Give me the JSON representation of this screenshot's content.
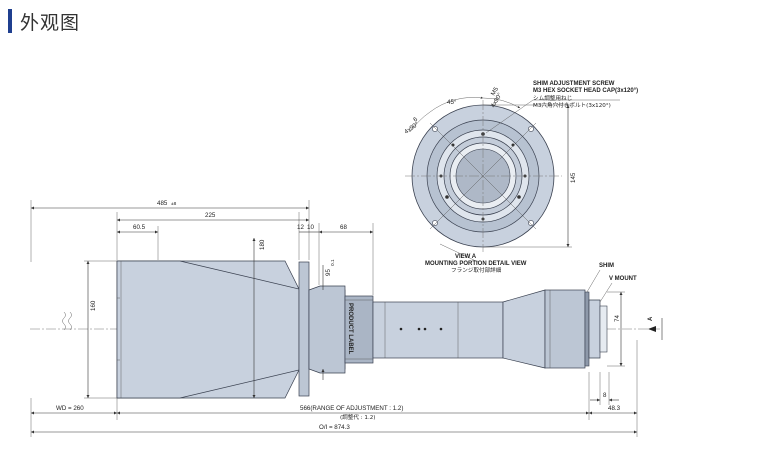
{
  "header": {
    "title": "外观图"
  },
  "front_view": {
    "label_en_1": "SHIM ADJUSTMENT SCREW",
    "label_en_2": "M3 HEX SOCKET HEAD CAP(3x120°)",
    "label_jp_1": "シム調整用ねじ",
    "label_jp_2": "M3六角穴付きボルト(3x120°)",
    "angle_45": "45°",
    "thread_m5": "M5",
    "holes_4x90_a": "4x90°",
    "holes_4x90_b": "4x90°",
    "dia_6": "6",
    "dia_145": "145",
    "view_a_title": "VIEW A",
    "view_a_sub": "MOUNTING PORTION DETAIL VIEW",
    "view_a_jp": "フランジ取付部詳細"
  },
  "side_view": {
    "dim_485": "485",
    "dim_485_tol": "±8",
    "dim_225": "225",
    "dim_60_5": "60.5",
    "dim_12": "12",
    "dim_10": "10",
    "dim_68": "68",
    "dia_180": "180",
    "dia_95": "95",
    "dia_95_tol": "0.1",
    "dia_160": "160",
    "dia_74": "74",
    "product_label": "PRODUCT LABEL",
    "shim": "SHIM",
    "v_mount": "V MOUNT",
    "view_arrow": "A",
    "dim_8": "8",
    "wd": "WD = 260",
    "range": "566(RANGE OF ADJUSTMENT : 1.2)",
    "range_jp": "(調整代 : 1.2)",
    "dim_48_3": "48.3",
    "oi": "O/I = 874.3"
  }
}
